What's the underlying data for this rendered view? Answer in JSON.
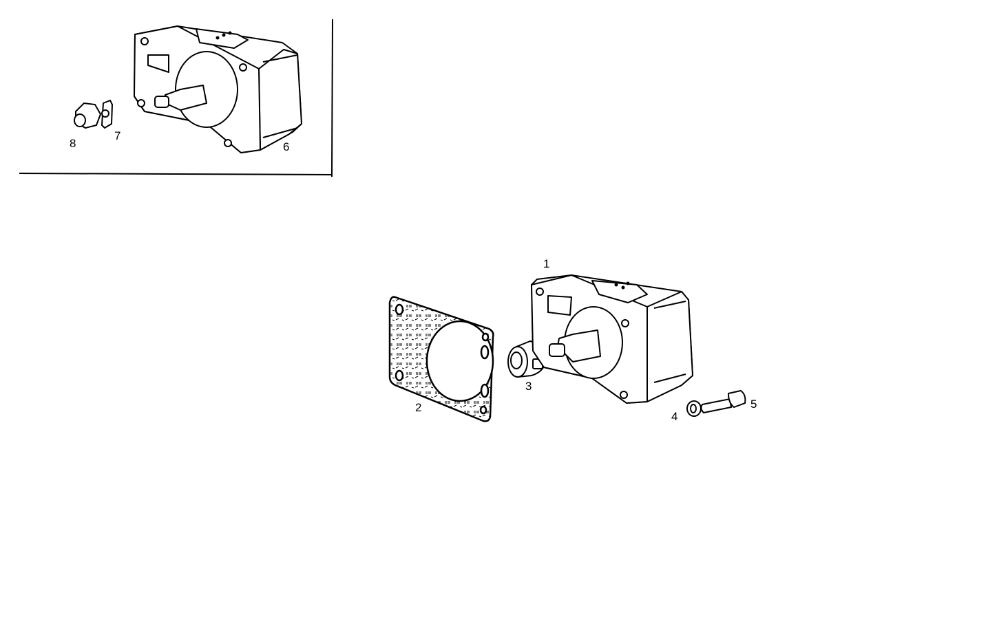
{
  "diagram": {
    "type": "exploded-parts-diagram",
    "inset": {
      "parts": [
        {
          "id": "6",
          "label": "6",
          "description": "pump assembly (variant)"
        },
        {
          "id": "7",
          "label": "7",
          "description": "lock washer"
        },
        {
          "id": "8",
          "label": "8",
          "description": "nut"
        }
      ]
    },
    "main": {
      "parts": [
        {
          "id": "1",
          "label": "1",
          "description": "pump assembly"
        },
        {
          "id": "2",
          "label": "2",
          "description": "gasket"
        },
        {
          "id": "3",
          "label": "3",
          "description": "coupling"
        },
        {
          "id": "4",
          "label": "4",
          "description": "washer"
        },
        {
          "id": "5",
          "label": "5",
          "description": "screw"
        }
      ]
    }
  },
  "colors": {
    "line": "#000000",
    "background": "#ffffff"
  }
}
